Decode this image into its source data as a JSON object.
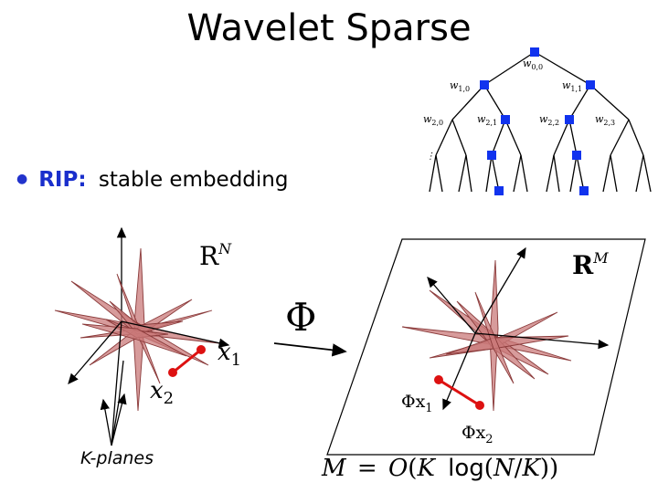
{
  "title": "Wavelet Sparse",
  "bullet": {
    "term": "RIP:",
    "text": "stable embedding"
  },
  "tree": {
    "root": "w0,0",
    "level1": [
      "w1,0",
      "w1,1"
    ],
    "level2": [
      "w2,0",
      "w2,1",
      "w2,2",
      "w2,3"
    ],
    "ellipsis": "⋮"
  },
  "left_space": {
    "label": "R",
    "exp": "N",
    "x1": "x",
    "x1_sub": "1",
    "x2": "x",
    "x2_sub": "2",
    "caption": "K-planes"
  },
  "map": {
    "symbol": "Φ"
  },
  "right_space": {
    "label": "R",
    "exp": "M",
    "phi_x1": "Φx",
    "phi_x1_sub": "1",
    "phi_x2": "Φx",
    "phi_x2_sub": "2"
  },
  "formula": {
    "lhs": "M",
    "eq": "=",
    "O": "O",
    "open": "(",
    "K": "K",
    "log": "log",
    "open2": "(",
    "N": "N",
    "slash": "/",
    "K2": "K",
    "close": "))"
  },
  "colors": {
    "plane_fill": "#c97a7a",
    "plane_stroke": "#8a3a3a",
    "point": "#dd1111",
    "node": "#1133ee",
    "rip": "#1a2fcc"
  }
}
